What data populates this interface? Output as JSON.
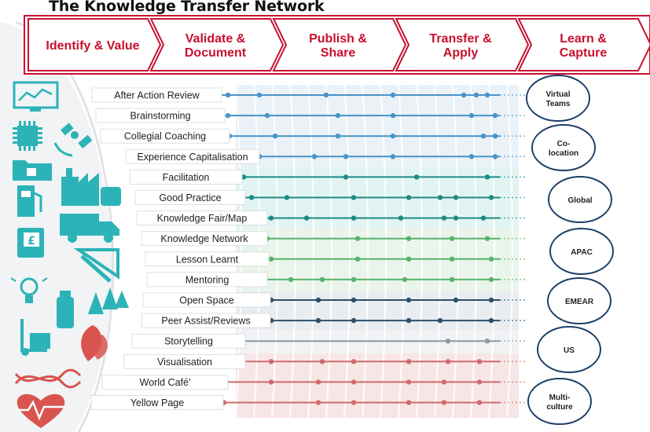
{
  "title": "The Knowledge Transfer Network",
  "stages": [
    {
      "lines": [
        "Identify & Value"
      ]
    },
    {
      "lines": [
        "Validate &",
        "Document"
      ]
    },
    {
      "lines": [
        "Publish &",
        "Share"
      ]
    },
    {
      "lines": [
        "Transfer &",
        "Apply"
      ]
    },
    {
      "lines": [
        "Learn &",
        "Capture"
      ]
    }
  ],
  "techniques": [
    {
      "label": "After Action Review",
      "group": "blue"
    },
    {
      "label": "Brainstorming",
      "group": "blue"
    },
    {
      "label": "Collegial Coaching",
      "group": "blue"
    },
    {
      "label": "Experience Capitalisation",
      "group": "blue"
    },
    {
      "label": "Facilitation",
      "group": "teal"
    },
    {
      "label": "Good Practice",
      "group": "teal"
    },
    {
      "label": "Knowledge Fair/Map",
      "group": "teal"
    },
    {
      "label": "Knowledge Network",
      "group": "green"
    },
    {
      "label": "Lesson Learnt",
      "group": "green"
    },
    {
      "label": "Mentoring",
      "group": "green"
    },
    {
      "label": "Open Space",
      "group": "navy"
    },
    {
      "label": "Peer Assist/Reviews",
      "group": "navy"
    },
    {
      "label": "Storytelling",
      "group": "gray"
    },
    {
      "label": "Visualisation",
      "group": "red"
    },
    {
      "label": "World Café'",
      "group": "red"
    },
    {
      "label": "Yellow Page",
      "group": "red"
    }
  ],
  "regions": [
    {
      "lines": [
        "Virtual",
        "Teams"
      ]
    },
    {
      "lines": [
        "Co-",
        "location"
      ]
    },
    {
      "lines": [
        "Global"
      ]
    },
    {
      "lines": [
        "APAC"
      ]
    },
    {
      "lines": [
        "EMEAR"
      ]
    },
    {
      "lines": [
        "US"
      ]
    },
    {
      "lines": [
        "Multi-",
        "culture"
      ]
    }
  ],
  "icons": [
    "monitor-chart-icon",
    "chip-icon",
    "satellite-icon",
    "folder-lock-icon",
    "factory-icon",
    "fuel-pump-icon",
    "truck-icon",
    "pound-document-icon",
    "pencil-ruler-icon",
    "lightbulb-icon",
    "lab-bottle-icon",
    "pine-trees-icon",
    "dolly-box-icon",
    "leaf-icon",
    "dna-icon",
    "heartbeat-icon"
  ],
  "colors": {
    "stage_red": "#c8102e",
    "blue": "#4a93c8",
    "teal": "#1c8a86",
    "green": "#58b26a",
    "navy": "#2c4f6a",
    "gray": "#8a9aa6",
    "red": "#d06b6b",
    "region_border": "#1c3f66",
    "icon": "#2bb3b8",
    "icon_red": "#d9534f"
  }
}
